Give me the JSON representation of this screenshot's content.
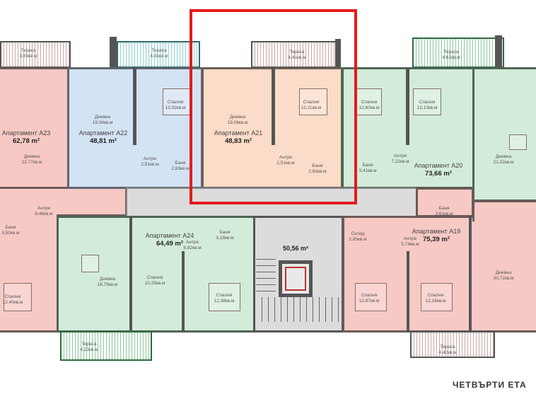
{
  "floor_title": "ЧЕТВЪРТИ ЕТА",
  "colors": {
    "highlight": "#e21b1b",
    "a23": "#f7c9c5",
    "a22": "#d4e3f3",
    "a21": "#fbdcc8",
    "a20": "#d3ecd9",
    "a24": "#d3ecd9",
    "a19": "#f7c9c5",
    "common": "#dcdcdc"
  },
  "apartments": {
    "a23": {
      "name": "Апартамент А23",
      "area": "62,78 m²",
      "rooms": {
        "terrace": "Тераса",
        "terrace_area": "3,83кв.м",
        "living": "Дневна",
        "living_area": "22,77кв.м",
        "hall": "Антре",
        "hall_area": "8,46кв.м",
        "bath": "Баня",
        "bath_area": "3,50кв.м",
        "bed": "Спалня",
        "bed_area": "12,40кв.м"
      }
    },
    "a22": {
      "name": "Апартамент А22",
      "area": "48,81 m²",
      "rooms": {
        "terrace": "Тераса",
        "terrace_area": "4,41кв.м",
        "living": "Дневна",
        "living_area": "19,08кв.м",
        "bed": "Спалня",
        "bed_area": "12,02кв.м",
        "hall": "Антре",
        "hall_area": "2,51кв.м",
        "bath": "Баня",
        "bath_area": "2,83кв.м"
      }
    },
    "a21": {
      "name": "Апартамент А21",
      "area": "48,83 m²",
      "rooms": {
        "terrace": "Тераса",
        "terrace_area": "4,41кв.м",
        "living": "Дневна",
        "living_area": "19,08кв.м",
        "bed": "Спалня",
        "bed_area": "12,11кв.м",
        "hall": "Антре",
        "hall_area": "2,51кв.м",
        "bath": "Баня",
        "bath_area": "2,83кв.м"
      }
    },
    "a20": {
      "name": "Апартамент А20",
      "area": "73,66 m²",
      "rooms": {
        "terrace": "Тераса",
        "terrace_area": "4,62кв.м",
        "bed1": "Спалня",
        "bed1_area": "12,60кв.м",
        "bed2": "Спалня",
        "bed2_area": "12,13кв.м",
        "hall": "Антре",
        "hall_area": "7,22кв.м",
        "bath": "Баня",
        "bath_area": "3,41кв.м",
        "living": "Дневна",
        "living_area": "21,52кв.м"
      }
    },
    "a24": {
      "name": "Апартамент А24",
      "area": "64,49 m²",
      "rooms": {
        "living": "Дневна",
        "living_area": "18,79кв.м",
        "bed1": "Спалня",
        "bed1_area": "10,29кв.м",
        "bed2": "Спалня",
        "bed2_area": "12,38кв.м",
        "hall": "Антре",
        "hall_area": "6,82кв.м",
        "bath": "Баня",
        "bath_area": "3,18кв.м",
        "terrace": "Тераса",
        "terrace_area": "4,23кв.м"
      }
    },
    "a19": {
      "name": "Апартамент А19",
      "area": "75,39 m²",
      "rooms": {
        "storage": "Склад",
        "storage_area": "2,85кв.м",
        "hall": "Антре",
        "hall_area": "5,74кв.м",
        "bath": "Баня",
        "bath_area": "3,61кв.м",
        "bed1": "Спалня",
        "bed1_area": "12,87кв.м",
        "bed2": "Спалня",
        "bed2_area": "12,16кв.м",
        "living": "Дневна",
        "living_area": "20,72кв.м",
        "terrace": "Тераса",
        "terrace_area": "4,42кв.м"
      }
    }
  },
  "common": {
    "stair_area": "50,56 m²"
  }
}
